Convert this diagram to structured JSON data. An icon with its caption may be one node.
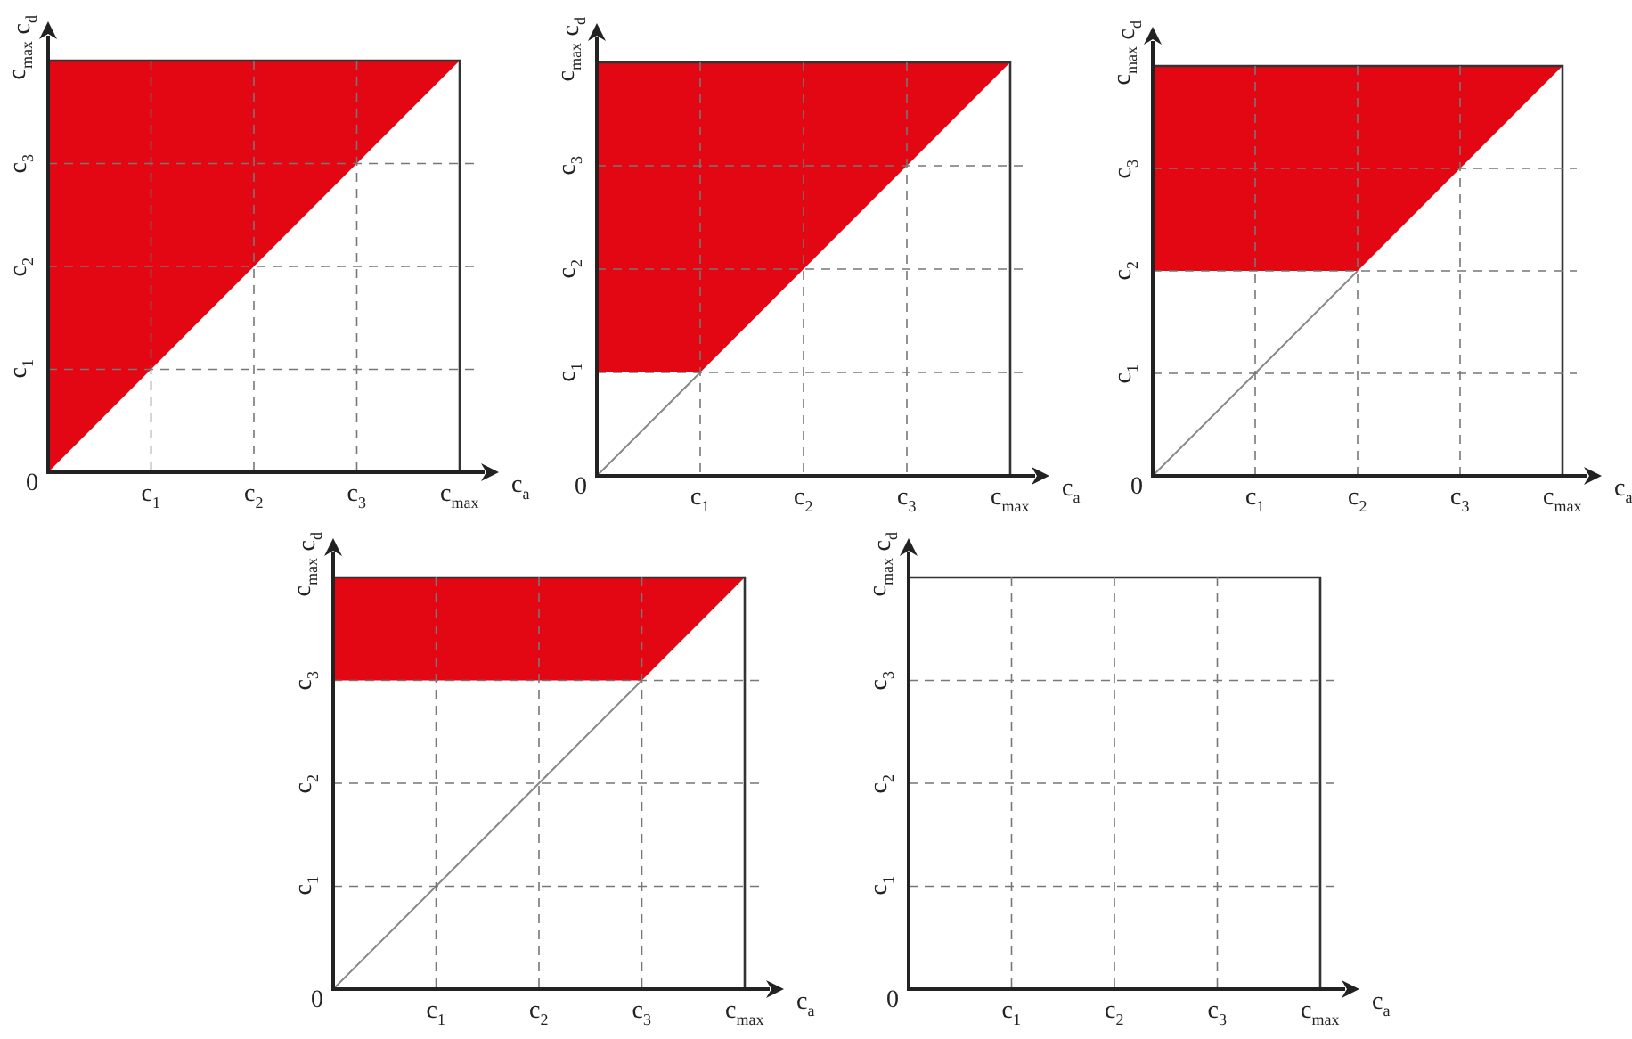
{
  "diagram": {
    "labels": [
      "c$_{d}$",
      "c$_{max}$",
      "c$_{3}$",
      "c$_{2}$",
      "c$_{1}$",
      "0",
      "c$_{1}$",
      "c$_{2}$",
      "c$_{3}$",
      "c$_{max}$",
      "c$_{a}$",
      "c$_{d}$",
      "c$_{max}$",
      "c$_{3}$",
      "c$_{2}$",
      "c$_{1}$",
      "0",
      "c$_{1}$",
      "c$_{2}$",
      "c$_{3}$",
      "c$_{max}$",
      "c$_{a}$",
      "c$_{d}$",
      "c$_{max}$",
      "c$_{3}$",
      "c$_{2}$",
      "c$_{1}$",
      "0",
      "c$_{1}$",
      "c$_{2}$",
      "c$_{3}$",
      "c$_{max}$",
      "c$_{a}$",
      "c$_{d}$",
      "c$_{max}$",
      "c$_{3}$",
      "c$_{2}$",
      "c$_{1}$",
      "0",
      "c$_{1}$",
      "c$_{2}$",
      "c$_{3}$",
      "c$_{max}$",
      "c$_{a}$",
      "c$_{d}$",
      "c$_{max}$",
      "c$_{3}$",
      "c$_{2}$",
      "c$_{1}$",
      "0",
      "c$_{1}$",
      "c$_{2}$",
      "c$_{3}$",
      "c$_{max}$",
      "c$_{a}$"
    ]
  }
}
